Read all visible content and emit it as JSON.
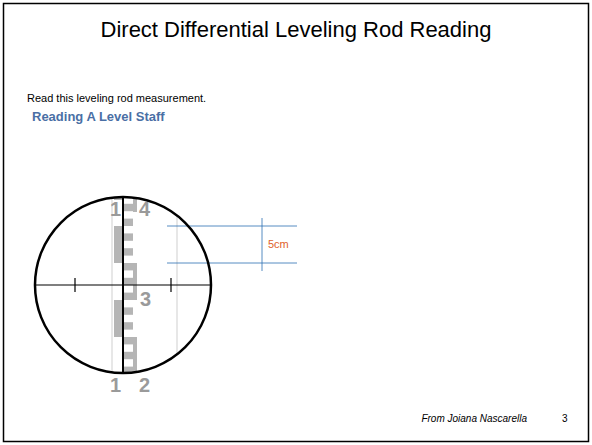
{
  "diagram": {
    "title": "Direct Differential Leveling Rod Reading",
    "labels": [
      "Read this leveling rod measurement.",
      "Reading A Level Staff",
      "1",
      "4",
      "3",
      "1",
      "2",
      "5cm",
      "From Joiana Nascarella",
      "3"
    ]
  }
}
